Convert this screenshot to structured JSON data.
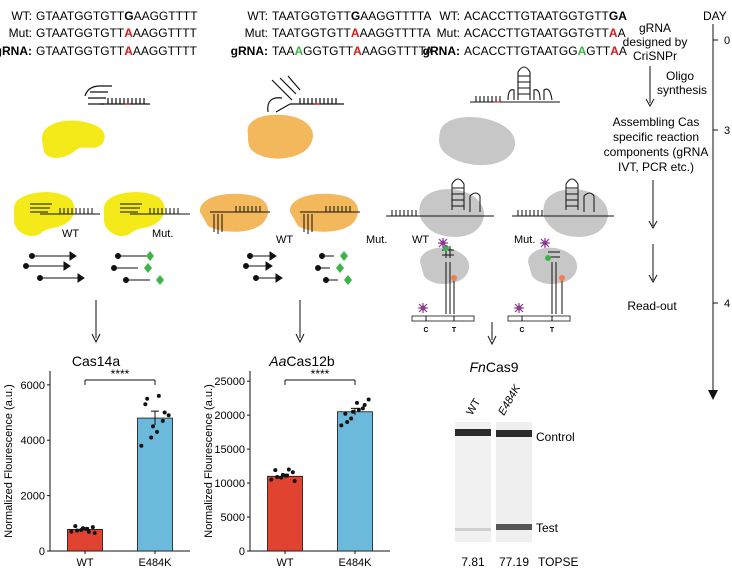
{
  "sequences": [
    {
      "rows": [
        {
          "label": "WT:",
          "pre": "GTAATGGTGTT",
          "mid": "G",
          "post": "AAGGTTTT",
          "pre_colored": "",
          "mid_color": "#111111"
        },
        {
          "label": "Mut:",
          "pre": "GTAATGGTGTT",
          "mid": "A",
          "post": "AAGGTTTT",
          "pre_colored": "",
          "mid_color": "#d7191c"
        },
        {
          "label": "gRNA:",
          "pre": "GTAATGGTGTT",
          "mid": "A",
          "post": "AAGGTTTT",
          "pre_colored": "",
          "mid_color": "#d7191c"
        }
      ]
    },
    {
      "rows": [
        {
          "label": "WT:",
          "pre": "TAATGGTGTT",
          "mid": "G",
          "post": "AAGGTTTTA",
          "mid_color": "#111111"
        },
        {
          "label": "Mut:",
          "pre": "TAATGGTGTT",
          "mid": "A",
          "post": "AAGGTTTTA",
          "mid_color": "#d7191c"
        },
        {
          "label": "gRNA:",
          "pre": "TAA",
          "green": "A",
          "pre2": "GGTGTT",
          "mid": "A",
          "post": "AAGGTTTTA",
          "mid_color": "#d7191c"
        }
      ]
    },
    {
      "rows": [
        {
          "label": "WT:",
          "pre": "ACACCTTGTAATGGTGTT",
          "mid": "G",
          "post": "A",
          "mid_color": "#111111"
        },
        {
          "label": "Mut:",
          "pre": "ACACCTTGTAATGGTGTT",
          "mid": "A",
          "post": "A",
          "mid_color": "#d7191c"
        },
        {
          "label": "gRNA:",
          "pre": "ACACCTTGTAATGG",
          "green": "A",
          "pre2": "GTT",
          "mid": "A",
          "post": "A",
          "mid_color": "#d7191c"
        }
      ]
    }
  ],
  "panel_labels": {
    "wt": "WT",
    "mut": "Mut."
  },
  "enzymes": {
    "cas14a": "Cas14a",
    "aacas12b_prefix": "Aa",
    "aacas12b_suffix": "Cas12b",
    "fncas9_prefix": "Fn",
    "fncas9_suffix": "Cas9"
  },
  "strip_labels": {
    "c": "C",
    "t": "T"
  },
  "timeline": {
    "day_label": "DAY",
    "ticks": [
      "0",
      "3",
      "4"
    ],
    "steps": [
      "gRNA",
      "designed by",
      "CriSNPr"
    ],
    "oligo": [
      "Oligo",
      "synthesis"
    ],
    "assembling": [
      "Assembling Cas",
      "specific reaction",
      "components (gRNA",
      "IVT, PCR etc.)"
    ],
    "readout": "Read-out"
  },
  "gel": {
    "lanes": [
      "WT",
      "E484K"
    ],
    "control_label": "Control",
    "test_label": "Test",
    "values": [
      "7.81",
      "77.19"
    ],
    "score_label": "TOPSE"
  },
  "colors": {
    "cas14a": "#f4ea1a",
    "aacas12b": "#f3b75c",
    "fncas9": "#c7c7c7",
    "bar_wt": "#e0432f",
    "bar_mut": "#6bbadb",
    "mutation": "#d7191c",
    "green": "#3bb54a",
    "purple": "#8a3c8c",
    "orange": "#f47d4a"
  },
  "chart_data": [
    {
      "type": "bar",
      "categories": [
        "WT",
        "E484K"
      ],
      "values": [
        780,
        4800
      ],
      "errors": [
        60,
        250
      ],
      "points": [
        [
          700,
          760,
          820,
          860,
          650,
          900,
          740,
          800,
          690
        ],
        [
          3800,
          4100,
          4500,
          4700,
          5000,
          5300,
          5500,
          4300,
          5600,
          4900
        ]
      ],
      "ylabel": "Normalized Flourescence (a.u.)",
      "yticks": [
        0,
        2000,
        4000,
        6000
      ],
      "ylim": [
        0,
        6500
      ],
      "significance": "****"
    },
    {
      "type": "bar",
      "categories": [
        "WT",
        "E484K"
      ],
      "values": [
        11000,
        20500
      ],
      "errors": [
        300,
        500
      ],
      "points": [
        [
          10500,
          10800,
          11200,
          11600,
          10300,
          11900,
          10900,
          11100,
          12000
        ],
        [
          18500,
          19500,
          20500,
          21000,
          21500,
          20200,
          19000,
          21800,
          20800,
          22300
        ]
      ],
      "ylabel": "Normalized Flourescence (a.u.)",
      "yticks": [
        0,
        5000,
        10000,
        15000,
        20000,
        25000
      ],
      "ylim": [
        0,
        26500
      ],
      "significance": "****"
    }
  ]
}
